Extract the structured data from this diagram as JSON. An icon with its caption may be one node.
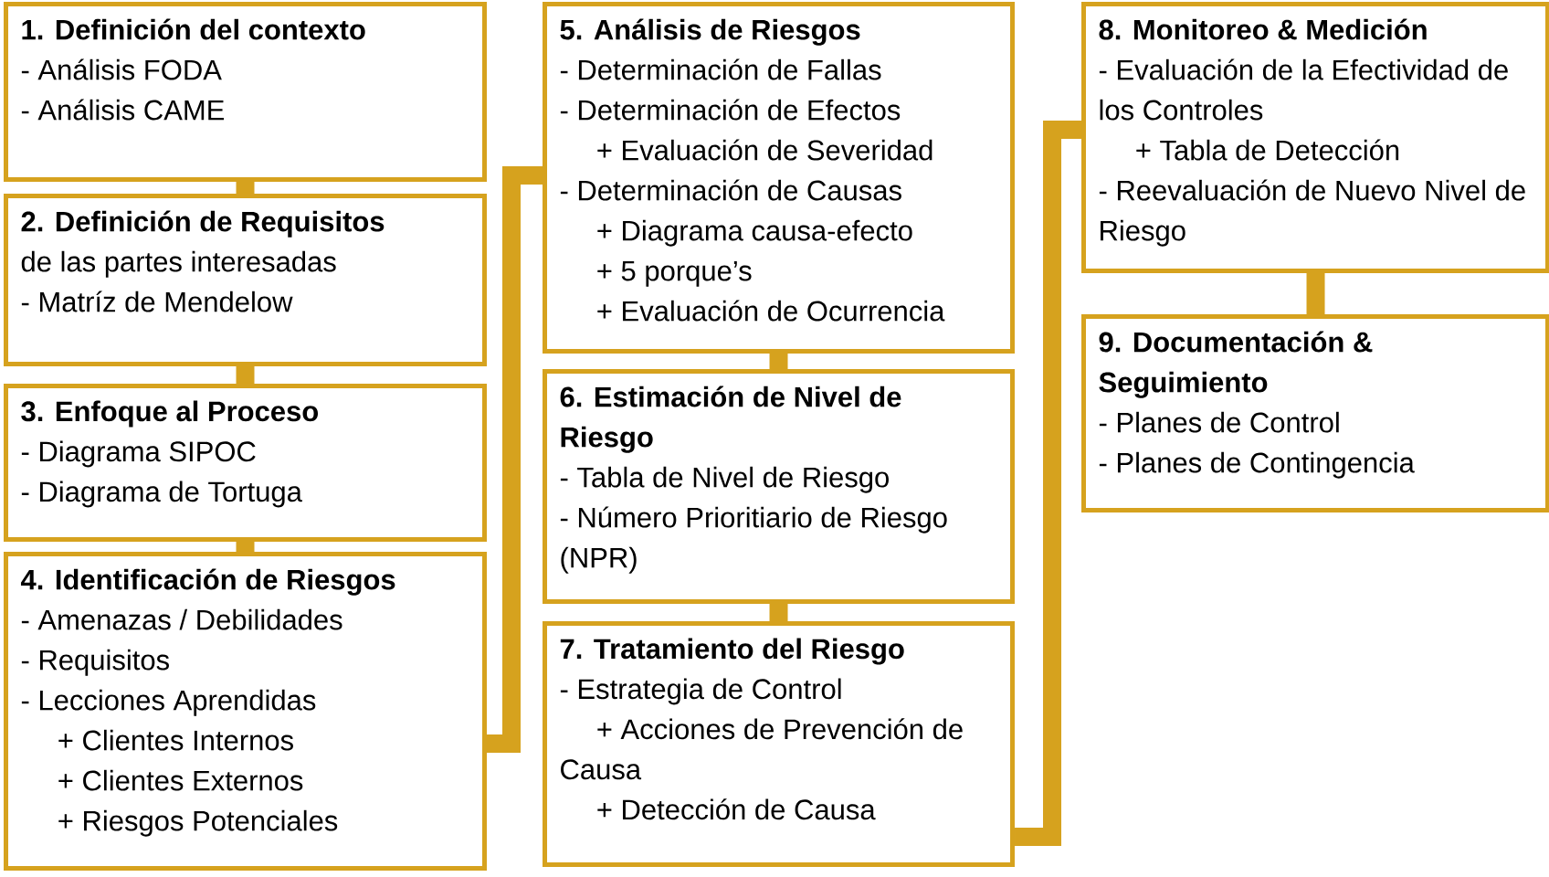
{
  "diagram": {
    "nodes": [
      {
        "text": [
          "1. Definición del contexto",
          "- Análisis FODA",
          "- Análisis CAME"
        ]
      },
      {
        "text": [
          "2. Definición de Requisitos",
          "de las partes interesadas",
          "- Matríz de Mendelow"
        ]
      },
      {
        "text": [
          "3. Enfoque al Proceso",
          "- Diagrama SIPOC",
          "- Diagrama de Tortuga"
        ]
      },
      {
        "text": [
          "4. Identificación de Riesgos",
          "- Amenazas / Debilidades",
          "- Requisitos",
          "- Lecciones Aprendidas",
          "+ Clientes Internos",
          "+ Clientes Externos",
          "+ Riesgos Potenciales"
        ]
      },
      {
        "text": [
          "5. Análisis de Riesgos",
          "- Determinación de Fallas",
          "- Determinación de Efectos",
          "+ Evaluación de Severidad",
          "- Determinación de Causas",
          "+ Diagrama causa-efecto",
          "+ 5 porque’s",
          "+ Evaluación de Ocurrencia"
        ]
      },
      {
        "text": [
          "6. Estimación de Nivel de Riesgo",
          "- Tabla de Nivel de Riesgo",
          "- Número Prioritiario de Riesgo (NPR)"
        ]
      },
      {
        "text": [
          "7. Tratamiento del Riesgo",
          "- Estrategia de Control",
          "+ Acciones de Prevención de Causa",
          "+ Detección de Causa"
        ]
      },
      {
        "text": [
          "8. Monitoreo & Medición",
          "- Evaluación de la Efectividad de los Controles",
          "+ Tabla de Detección",
          "- Reevaluación de Nuevo Nivel de Riesgo"
        ]
      },
      {
        "text": [
          "9. Documentación & Seguimiento",
          "- Planes de Control",
          "- Planes de Contingencia"
        ]
      }
    ],
    "edges": [
      {
        "from": 0,
        "to": 1,
        "arrow": "none"
      },
      {
        "from": 1,
        "to": 2,
        "arrow": "none"
      },
      {
        "from": 2,
        "to": 3,
        "arrow": "none"
      },
      {
        "from": 3,
        "to": 4,
        "arrow": "none"
      },
      {
        "from": 4,
        "to": 5,
        "arrow": "none"
      },
      {
        "from": 5,
        "to": 6,
        "arrow": "none"
      },
      {
        "from": 6,
        "to": 7,
        "arrow": "none"
      },
      {
        "from": 7,
        "to": 8,
        "arrow": "none"
      }
    ]
  }
}
